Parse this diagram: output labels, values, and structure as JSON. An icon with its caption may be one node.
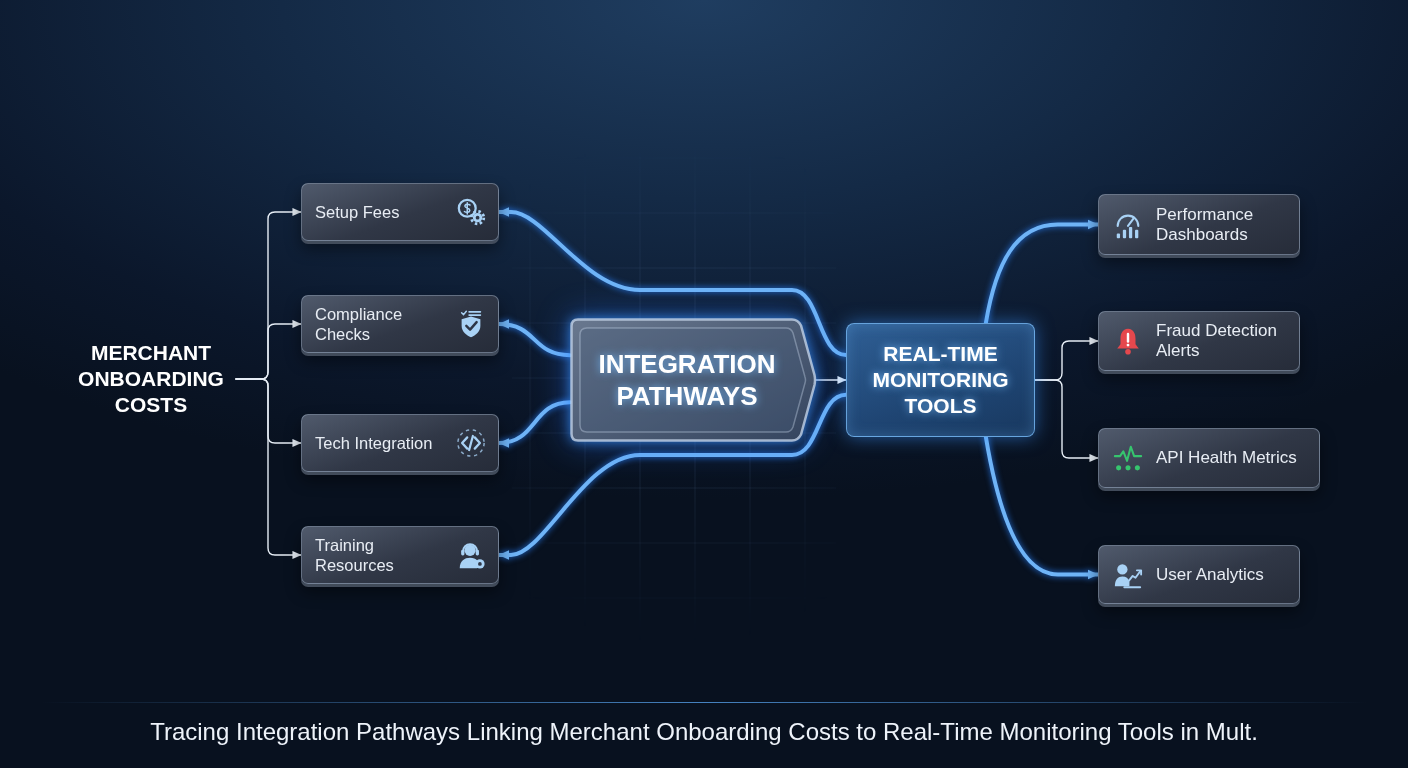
{
  "diagram": {
    "caption": "Tracing Integration Pathways Linking Merchant Onboarding Costs to Real-Time Monitoring Tools in Mult.",
    "nodes": [
      {
        "text": [
          "MERCHANT ONBOARDING COSTS"
        ]
      },
      {
        "text": [
          "Setup Fees"
        ]
      },
      {
        "text": [
          "Compliance Checks"
        ]
      },
      {
        "text": [
          "Tech Integration"
        ]
      },
      {
        "text": [
          "Training Resources"
        ]
      },
      {
        "text": [
          "INTEGRATION PATHWAYS"
        ]
      },
      {
        "text": [
          "REAL-TIME MONITORING TOOLS"
        ]
      },
      {
        "text": [
          "Performance Dashboards"
        ]
      },
      {
        "text": [
          "Fraud Detection Alerts"
        ]
      },
      {
        "text": [
          "API Health Metrics"
        ]
      },
      {
        "text": [
          "User Analytics"
        ]
      }
    ],
    "edges": [
      {
        "from": 0,
        "to": 1,
        "arrow": "to"
      },
      {
        "from": 0,
        "to": 2,
        "arrow": "to"
      },
      {
        "from": 0,
        "to": 3,
        "arrow": "to"
      },
      {
        "from": 0,
        "to": 4,
        "arrow": "to"
      },
      {
        "from": 6,
        "to": 1,
        "arrow": "to",
        "style": "thick",
        "color": "#6fb4f7"
      },
      {
        "from": 5,
        "to": 2,
        "arrow": "to",
        "style": "thick",
        "color": "#6fb4f7"
      },
      {
        "from": 5,
        "to": 3,
        "arrow": "to",
        "style": "thick",
        "color": "#6fb4f7"
      },
      {
        "from": 6,
        "to": 4,
        "arrow": "to",
        "style": "thick",
        "color": "#6fb4f7"
      },
      {
        "from": 5,
        "to": 6,
        "arrow": "to"
      },
      {
        "from": 6,
        "to": 7,
        "arrow": "to",
        "style": "thick",
        "color": "#6fb4f7"
      },
      {
        "from": 6,
        "to": 8,
        "arrow": "to"
      },
      {
        "from": 6,
        "to": 9,
        "arrow": "to"
      },
      {
        "from": 6,
        "to": 10,
        "arrow": "to",
        "style": "thick",
        "color": "#6fb4f7"
      }
    ]
  }
}
